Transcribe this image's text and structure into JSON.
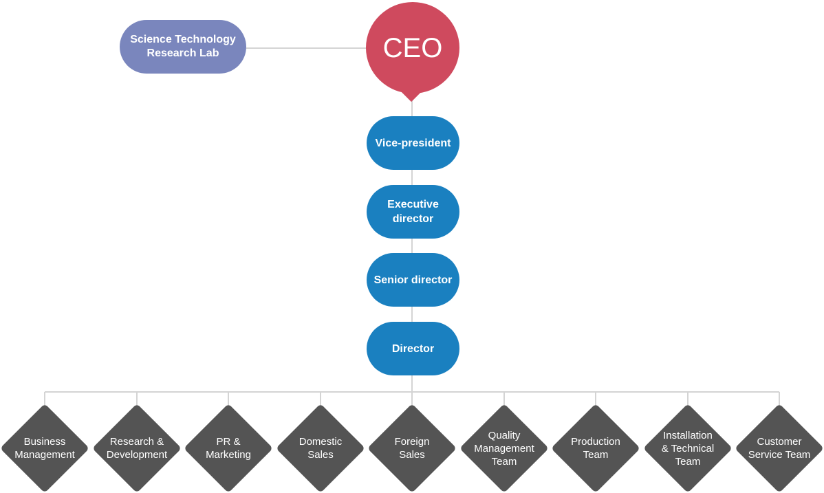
{
  "colors": {
    "ceo": "#cf4a5e",
    "lab": "#7a86bd",
    "executive": "#1a80c0",
    "department": "#545454",
    "connector": "#d4d4d4"
  },
  "ceo": {
    "label": "CEO"
  },
  "lab": {
    "label": "Science Technology\nResearch Lab"
  },
  "executives": [
    {
      "label": "Vice-president"
    },
    {
      "label": "Executive\ndirector"
    },
    {
      "label": "Senior director"
    },
    {
      "label": "Director"
    }
  ],
  "departments": [
    {
      "label": "Business\nManagement"
    },
    {
      "label": "Research &\nDevelopment"
    },
    {
      "label": "PR &\nMarketing"
    },
    {
      "label": "Domestic\nSales"
    },
    {
      "label": "Foreign\nSales"
    },
    {
      "label": "Quality\nManagement\nTeam"
    },
    {
      "label": "Production\nTeam"
    },
    {
      "label": "Installation\n& Technical\nTeam"
    },
    {
      "label": "Customer\nService Team"
    }
  ]
}
